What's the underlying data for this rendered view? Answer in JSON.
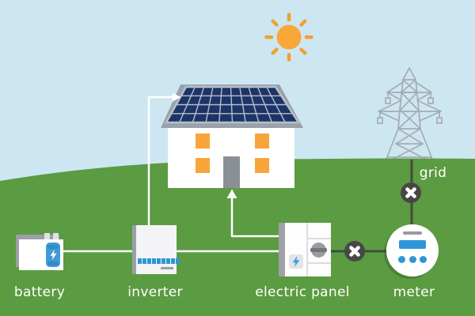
{
  "title": "solar energy system diagram",
  "scene": {
    "labels": {
      "battery": "battery",
      "inverter": "inverter",
      "electric_panel": "electric panel",
      "meter": "meter",
      "grid": "grid"
    },
    "icons": [
      "sun-icon",
      "transmission-tower-icon",
      "house-icon",
      "solar-panel-icon",
      "battery-cell-icon",
      "lightning-bolt-icon",
      "knob-icon",
      "x-node-icon",
      "arrow-up-icon",
      "arrow-right-icon"
    ],
    "colors": {
      "sky": "#cde7f2",
      "grass": "#5b9b41",
      "sun_orange": "#f8a738",
      "window_orange": "#f7a53a",
      "panel_navy": "#1d3467",
      "roof_gray": "#99a1aa",
      "device_blue": "#2f96d5",
      "battery_blue": "#3f9bd8",
      "node_dark": "#474747",
      "flow_line_white": "#ffffff",
      "grid_line_dark": "#454a45",
      "tower_gray": "#a6abb2"
    }
  }
}
